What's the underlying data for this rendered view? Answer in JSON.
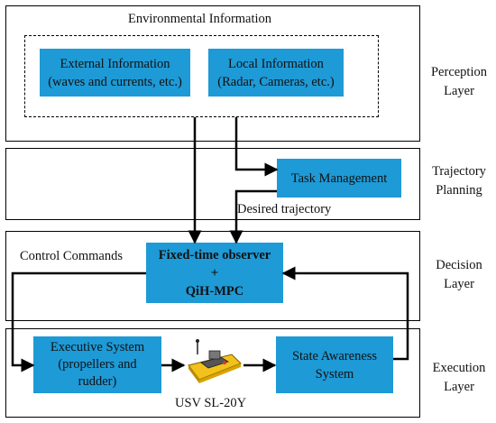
{
  "perception": {
    "title": "Environmental Information",
    "external": [
      "External Information",
      "(waves and currents, etc.)"
    ],
    "local": [
      "Local Information",
      "(Radar, Cameras, etc.)"
    ],
    "layer_label": [
      "Perception",
      "Layer"
    ]
  },
  "trajectory": {
    "task": "Task Management",
    "desired": "Desired trajectory",
    "layer_label": [
      "Trajectory",
      "Planning"
    ]
  },
  "decision": {
    "control_commands": "Control Commands",
    "controller": [
      "Fixed-time observer",
      "+",
      "QiH-MPC"
    ],
    "layer_label": [
      "Decision",
      "Layer"
    ]
  },
  "execution": {
    "executive": [
      "Executive System",
      "(propellers and",
      "rudder)"
    ],
    "state": [
      "State Awareness",
      "System"
    ],
    "vessel": "USV SL-20Y",
    "layer_label": [
      "Execution",
      "Layer"
    ]
  },
  "colors": {
    "box_fill": "#1e9ad6",
    "usv_hull": "#f2c21b"
  },
  "icons": [
    "usv-boat-icon"
  ]
}
